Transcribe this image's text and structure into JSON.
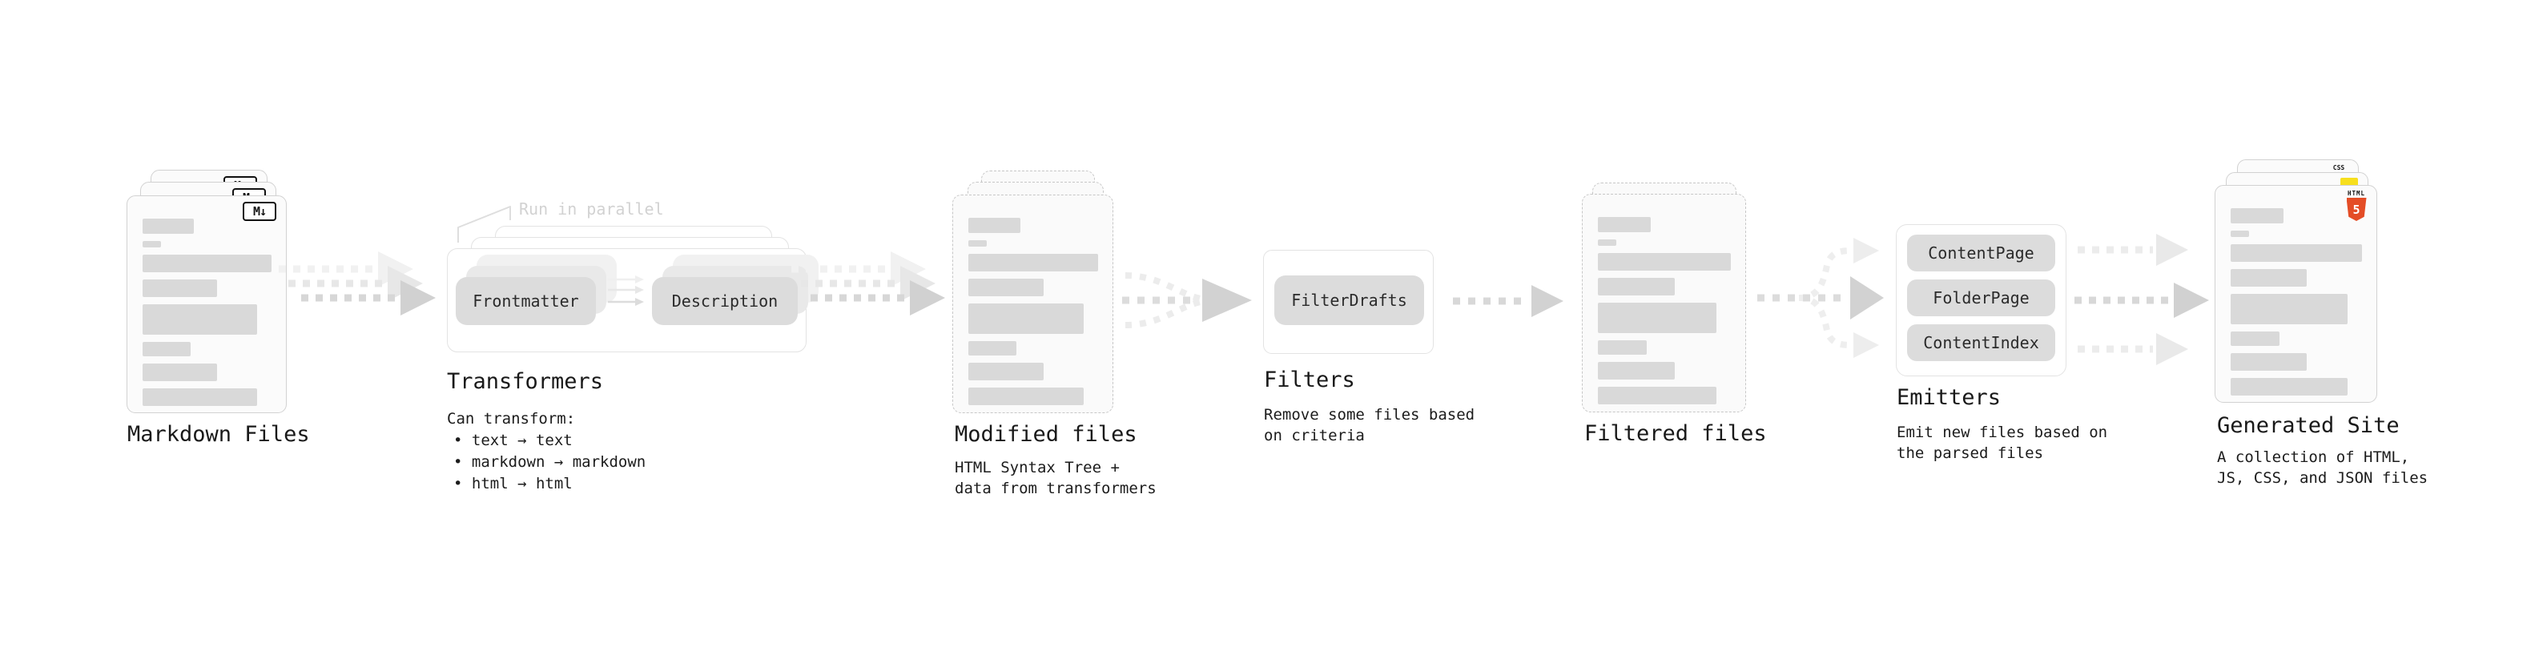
{
  "stages": {
    "markdown": {
      "label": "Markdown Files",
      "badge": "M↓"
    },
    "transformers": {
      "label": "Transformers",
      "note": "Run in parallel",
      "left_pill": "Frontmatter",
      "right_pill": "Description",
      "desc_title": "Can transform:",
      "bullets": [
        "text → text",
        "markdown → markdown",
        "html → html"
      ]
    },
    "modified": {
      "label": "Modified files",
      "desc": "HTML Syntax Tree +\ndata from transformers"
    },
    "filters": {
      "label": "Filters",
      "pill": "FilterDrafts",
      "desc": "Remove some files based\non criteria"
    },
    "filtered": {
      "label": "Filtered files"
    },
    "emitters": {
      "label": "Emitters",
      "pills": [
        "ContentPage",
        "FolderPage",
        "ContentIndex"
      ],
      "desc": "Emit new files based on\nthe parsed files"
    },
    "generated": {
      "label": "Generated Site",
      "desc": "A collection of HTML,\nJS, CSS, and JSON files",
      "css_badge": "CSS",
      "html_badge_text": "HTML",
      "html_badge_number": "5"
    }
  },
  "colors": {
    "accent_html": "#e44d26",
    "accent_js": "#f7df1e",
    "accent_css": "#2760e5",
    "note_gray": "#d2d2d2",
    "ink": "#1c1c1c"
  }
}
